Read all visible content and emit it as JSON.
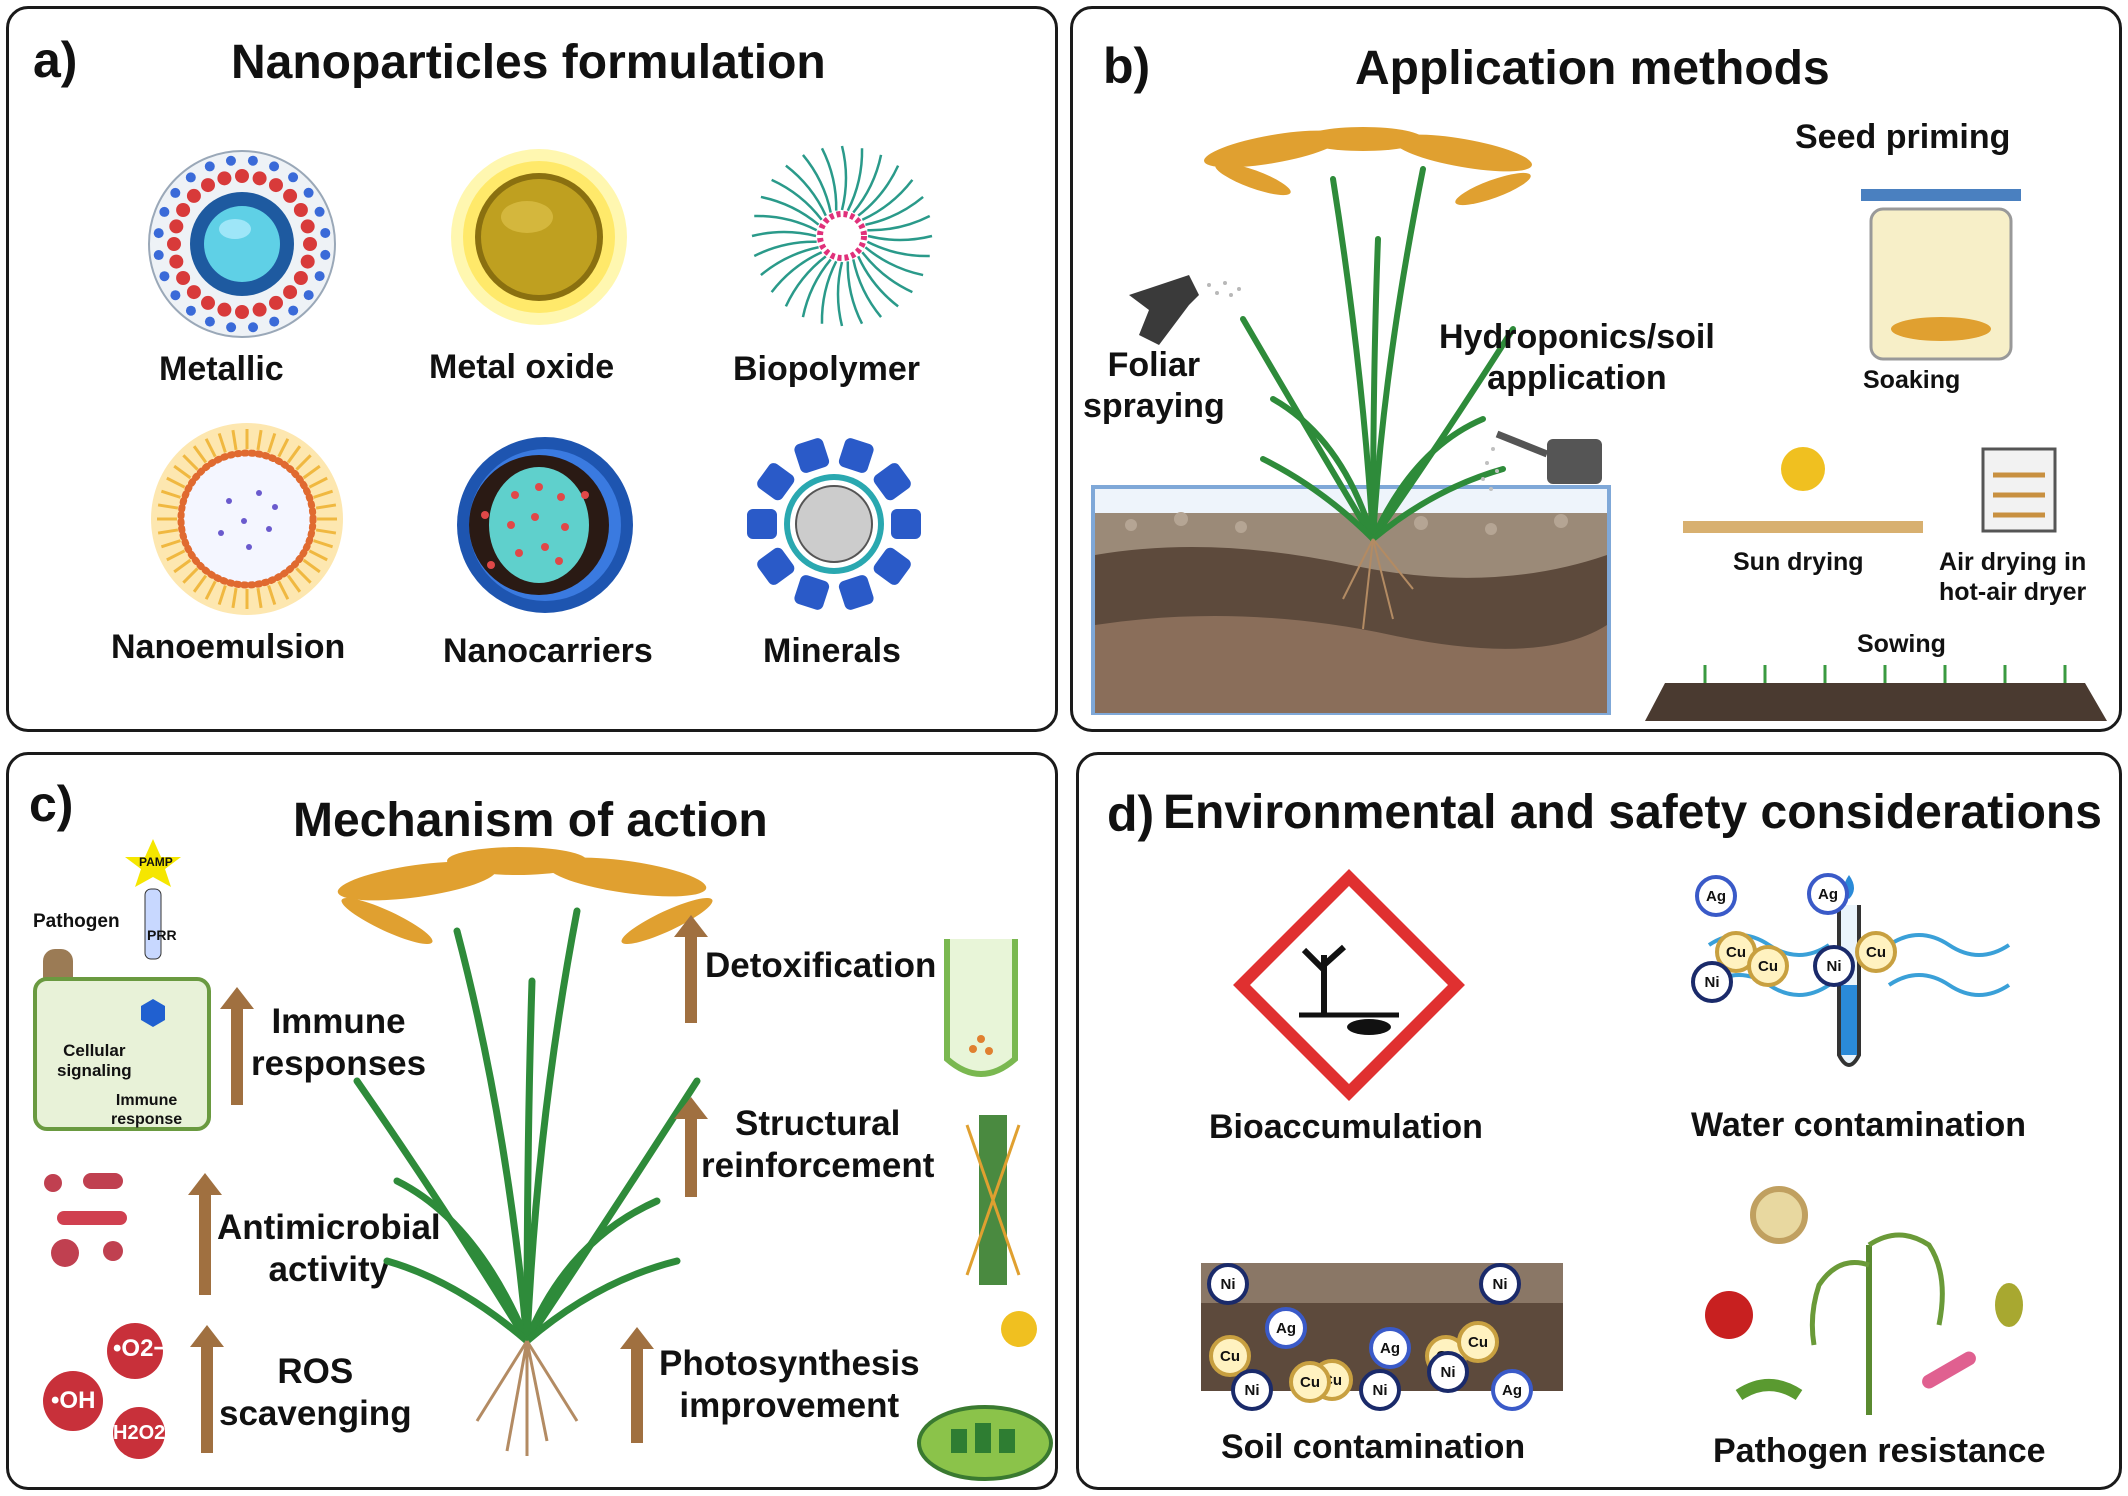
{
  "panel_a": {
    "letter": "a)",
    "title": "Nanoparticles formulation",
    "items": [
      "Metallic",
      "Metal oxide",
      "Biopolymer",
      "Nanoemulsion",
      "Nanocarriers",
      "Minerals"
    ]
  },
  "panel_b": {
    "letter": "b)",
    "title": "Application methods",
    "foliar": "Foliar\nspraying",
    "hydro": "Hydroponics/soil\napplication",
    "seed_priming": "Seed priming",
    "soaking": "Soaking",
    "sun_drying": "Sun drying",
    "air_drying": "Air drying in\nhot-air dryer",
    "sowing": "Sowing"
  },
  "panel_c": {
    "letter": "c)",
    "title": "Mechanism of action",
    "pamp": "PAMP",
    "prr": "PRR",
    "pathogen": "Pathogen",
    "cellular_signaling": "Cellular\nsignaling",
    "immune_response": "Immune\nresponse",
    "immune_responses": "Immune\nresponses",
    "antimicrobial": "Antimicrobial\nactivity",
    "ros": "ROS\nscavenging",
    "ros_species": [
      "•O2−",
      "•OH",
      "H2O2"
    ],
    "detox": "Detoxification",
    "structural": "Structural\nreinforcement",
    "photosynthesis": "Photosynthesis\nimprovement"
  },
  "panel_d": {
    "letter": "d)",
    "title": "Environmental and safety considerations",
    "bioaccumulation": "Bioaccumulation",
    "water": "Water contamination",
    "soil": "Soil contamination",
    "pathogen_resistance": "Pathogen resistance",
    "water_ions": [
      "Ag",
      "Cu",
      "Ag",
      "Ni",
      "Cu",
      "Ni",
      "Cu"
    ],
    "soil_ions": [
      "Ni",
      "Ni",
      "Ag",
      "Cu",
      "Cu",
      "Ag",
      "Cu",
      "Cu",
      "Ni",
      "Cu",
      "Ni",
      "Ni",
      "Ag"
    ]
  },
  "colors": {
    "arrow": "#a07040",
    "grain": "#e0a030",
    "leaf": "#2e8b3a",
    "soil": "#6b5a4a",
    "hazard_red": "#e03030"
  }
}
